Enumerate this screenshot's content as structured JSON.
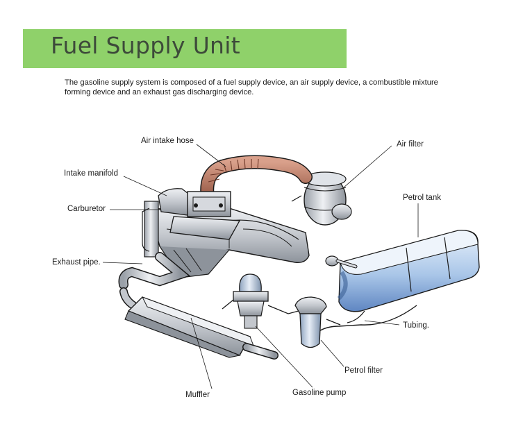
{
  "header": {
    "title": "Fuel Supply Unit",
    "description": "The gasoline supply system is composed of a fuel supply device, an air supply device, a combustible mixture forming device and an exhaust gas discharging device."
  },
  "labels": {
    "air_intake_hose": "Air intake hose",
    "air_filter": "Air filter",
    "intake_manifold": "Intake manifold",
    "carburetor": "Carburetor",
    "petrol_tank": "Petrol tank",
    "exhaust_pipe": "Exhaust pipe.",
    "tubing": "Tubing.",
    "petrol_filter": "Petrol filter",
    "muffler": "Muffler",
    "gasoline_pump": "Gasoline pump"
  },
  "colors": {
    "banner": "#8fd16a",
    "title_text": "#3d4a3a",
    "hose": "#b06a52",
    "tank": "#8fb4de",
    "metal": "#c9ccd1"
  }
}
